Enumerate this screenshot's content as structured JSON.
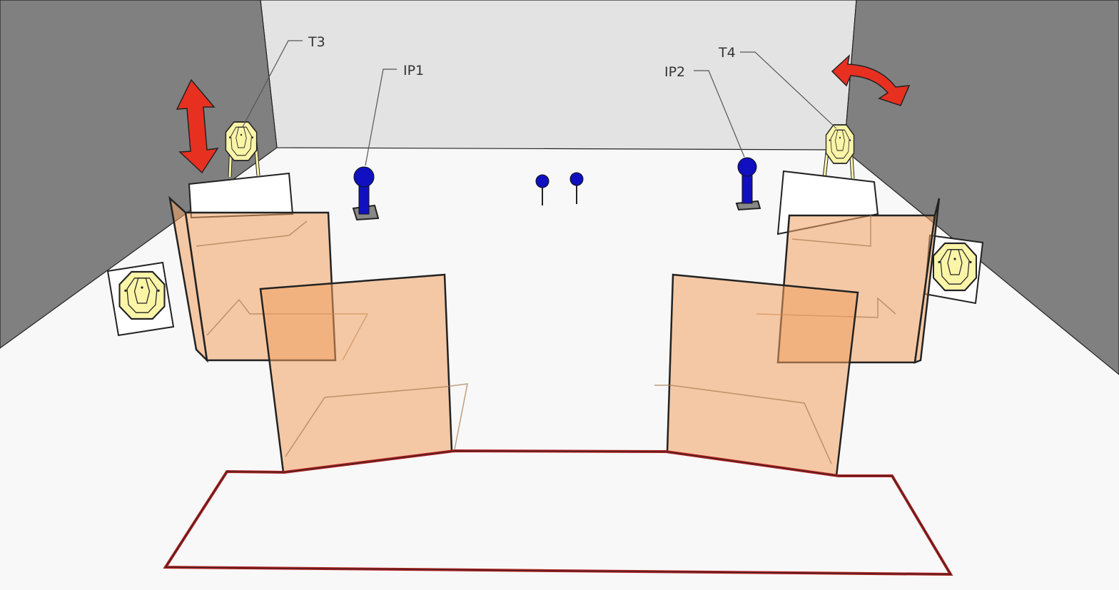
{
  "labels": {
    "t3": "T3",
    "t4": "T4",
    "ip1": "IP1",
    "ip2": "IP2"
  },
  "colors": {
    "wall": "#808080",
    "back_wall": "#e3e3e3",
    "floor": "#f8f8f8",
    "panel": "#f0a060",
    "popper": "#1010c0",
    "arrow": "#e83020",
    "fault_line": "#b02020",
    "target": "#fbf5a8"
  }
}
